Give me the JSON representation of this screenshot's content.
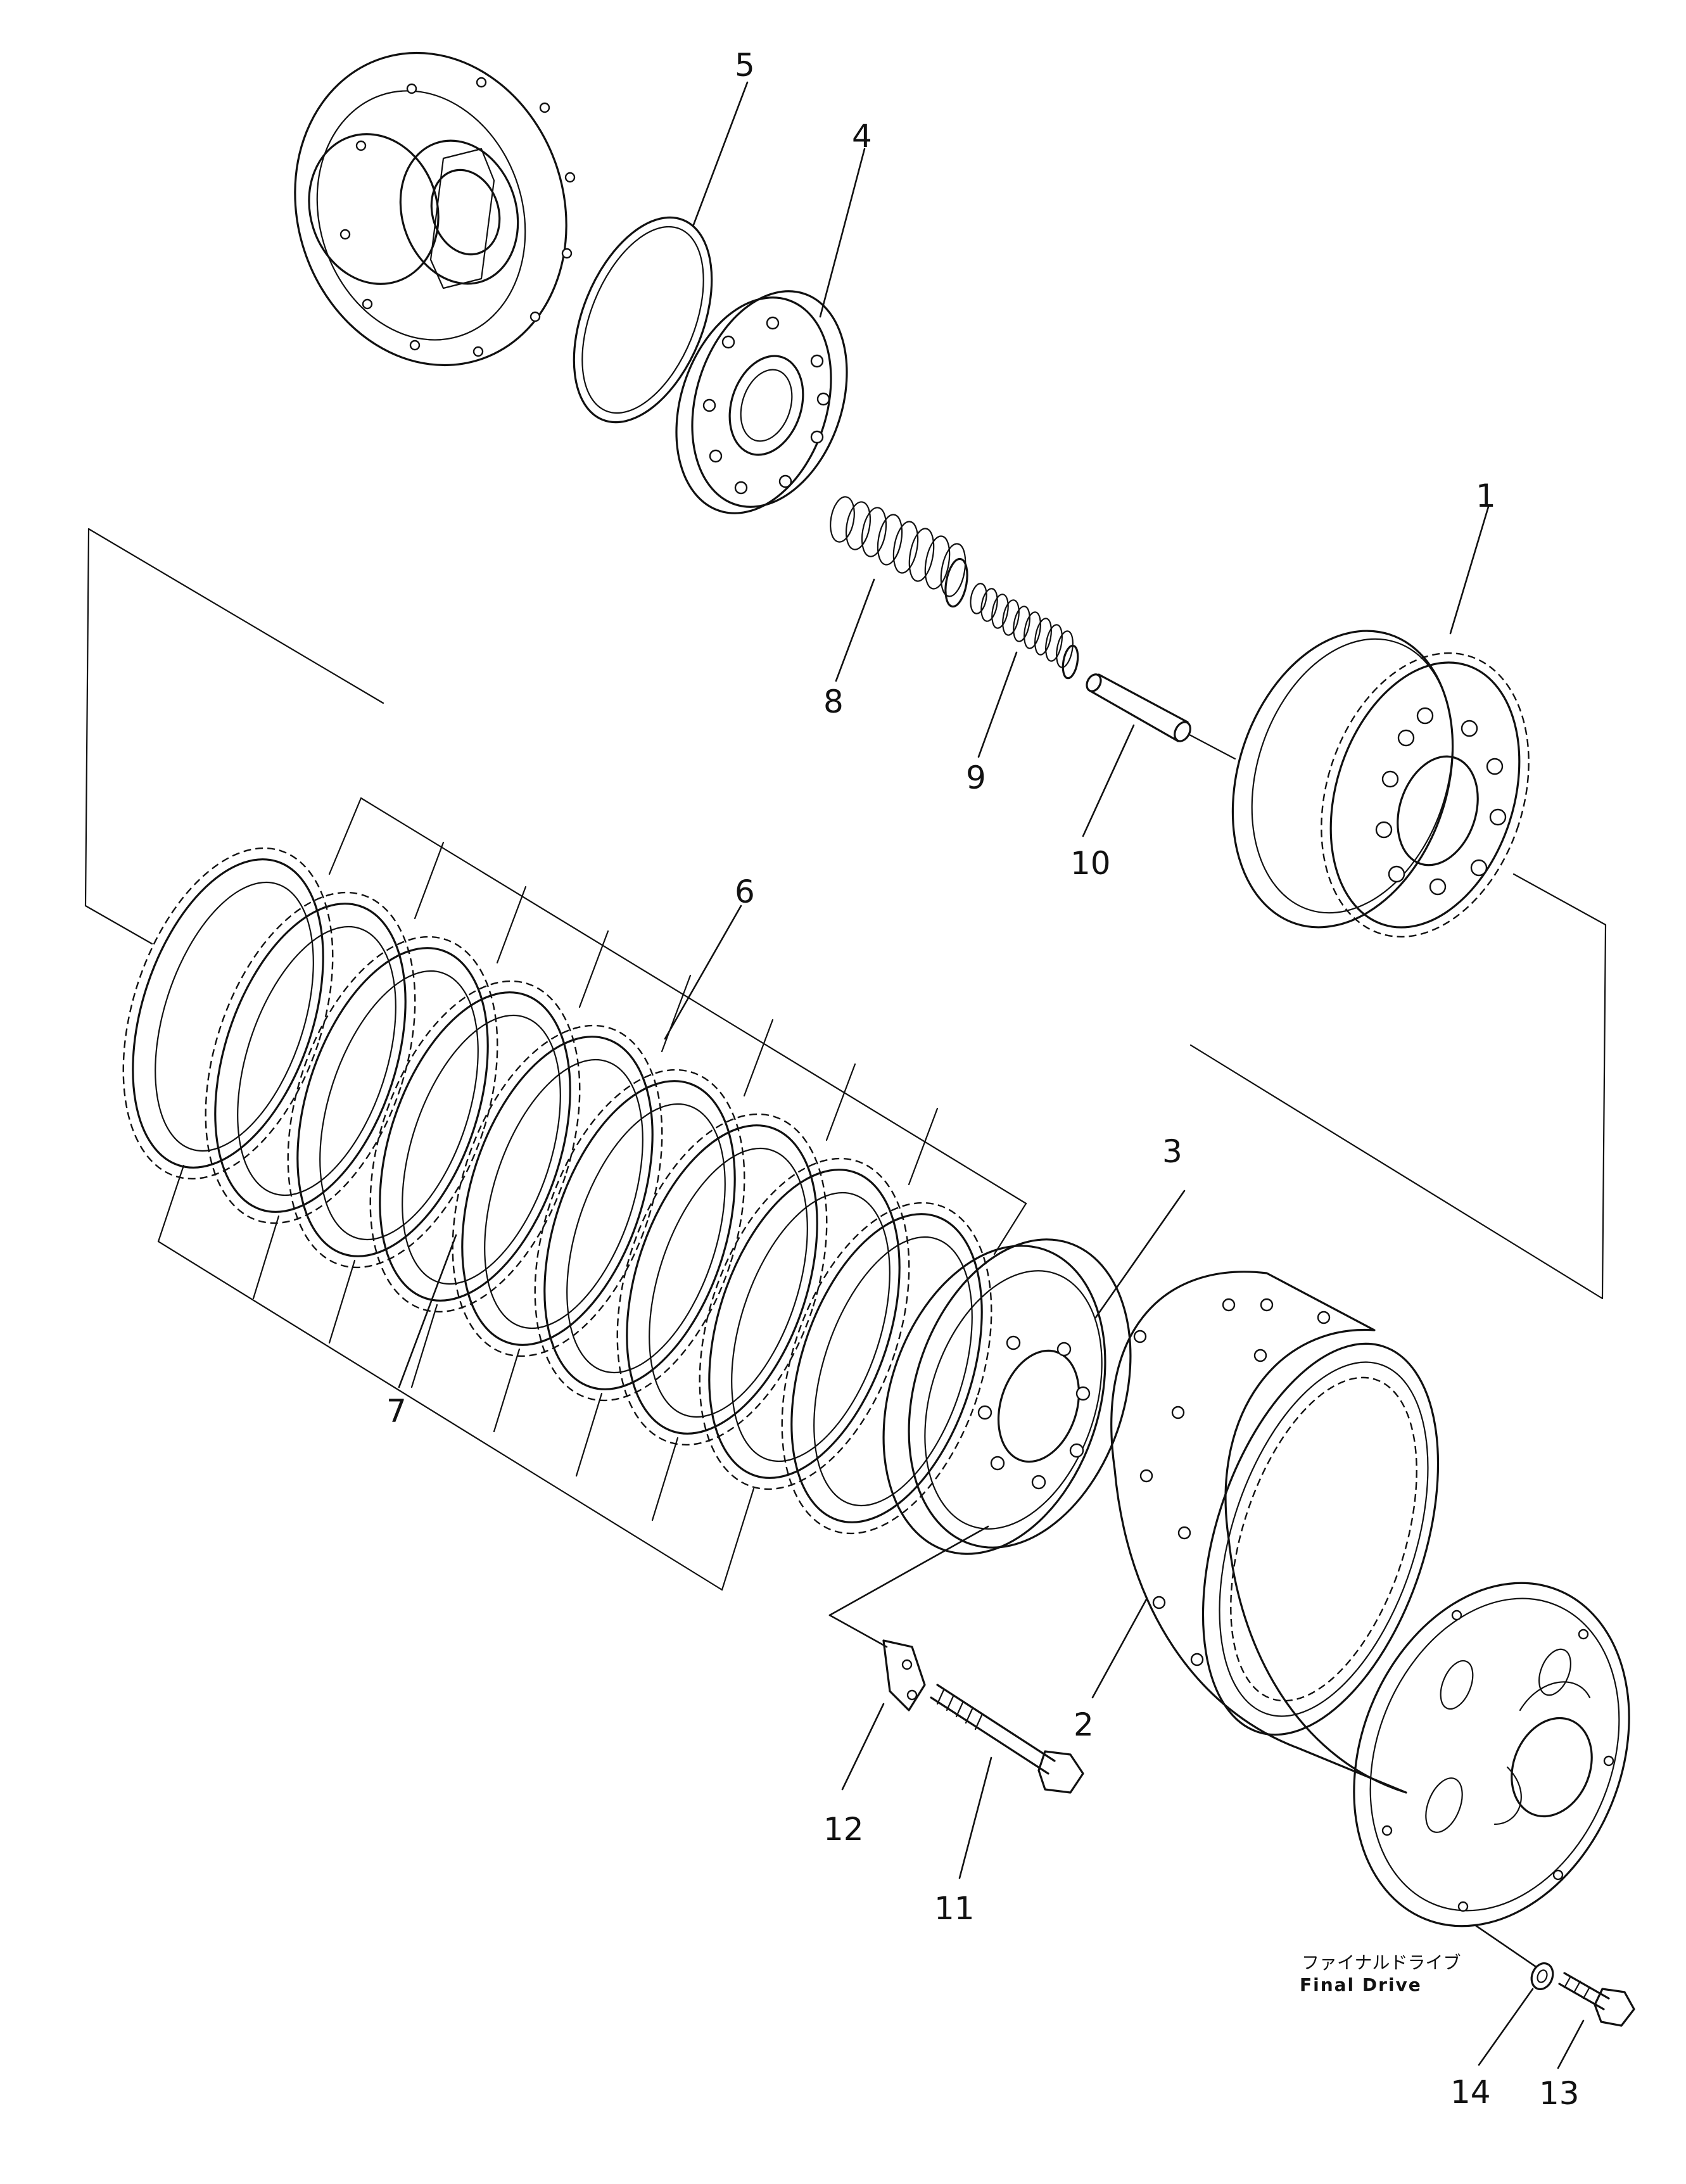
{
  "labels": {
    "p1": "1",
    "p2": "2",
    "p3": "3",
    "p4": "4",
    "p5": "5",
    "p6": "6",
    "p7": "7",
    "p8": "8",
    "p9": "9",
    "p10": "10",
    "p11": "11",
    "p12": "12",
    "p13": "13",
    "p14": "14"
  },
  "caption": {
    "japanese": "ファイナルドライブ",
    "english": "Final Drive"
  }
}
